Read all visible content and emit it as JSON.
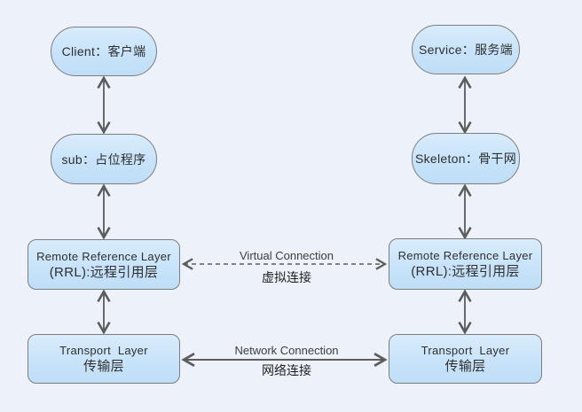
{
  "colors": {
    "background": "#edf1f9",
    "node_fill_top": "#d8ecfc",
    "node_fill_bottom": "#bfdef7",
    "node_border": "#7d7d7d",
    "arrow": "#5c5c5c",
    "text": "#2f2f2f"
  },
  "nodes": {
    "client": {
      "label": "Client：客户端"
    },
    "service": {
      "label": "Service：服务端"
    },
    "sub": {
      "label": "sub：占位程序"
    },
    "skeleton": {
      "label": "Skeleton：骨干网"
    },
    "rrl_left": {
      "line1": "Remote Reference Layer",
      "line2": "(RRL):远程引用层"
    },
    "rrl_right": {
      "line1": "Remote Reference Layer",
      "line2": "(RRL):远程引用层"
    },
    "transport_left": {
      "line1": "Transport  Layer",
      "line2": "传输层"
    },
    "transport_right": {
      "line1": "Transport  Layer",
      "line2": "传输层"
    }
  },
  "connections": {
    "virtual": {
      "label_en": "Virtual Connection",
      "label_zh": "虚拟连接",
      "style": "dashed"
    },
    "network": {
      "label_en": "Network Connection",
      "label_zh": "网络连接",
      "style": "solid"
    }
  }
}
